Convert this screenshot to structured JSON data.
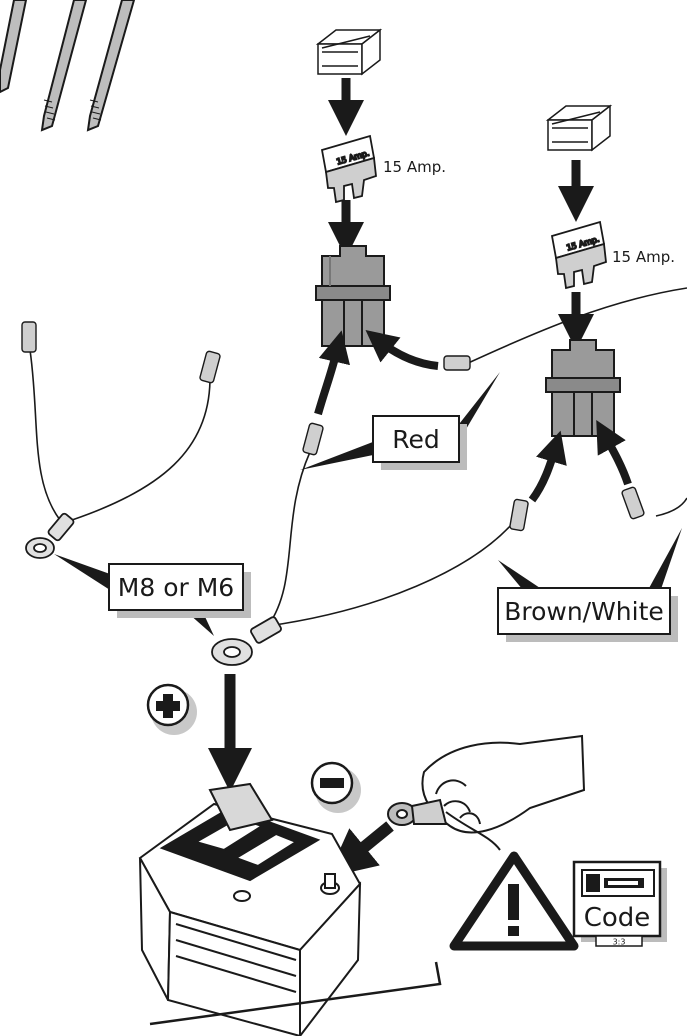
{
  "labels": {
    "fuse_rating_1": "15 Amp.",
    "fuse_rating_2": "15 Amp.",
    "fuse_body_text_1": "15 Amp.",
    "fuse_body_text_2": "15 Amp.",
    "wire_red": "Red",
    "terminal_size": "M8 or M6",
    "wire_brown_white": "Brown/White",
    "code_label": "Code",
    "code_page": "3:3"
  },
  "symbols": {
    "positive": "plus-icon",
    "negative": "minus-icon",
    "warning": "warning-triangle-icon",
    "code_card": "code-card-icon"
  },
  "colors": {
    "ink": "#1a1a1a",
    "fuse_holder": "#9a9a9a",
    "shadow": "#bcbcbc"
  }
}
